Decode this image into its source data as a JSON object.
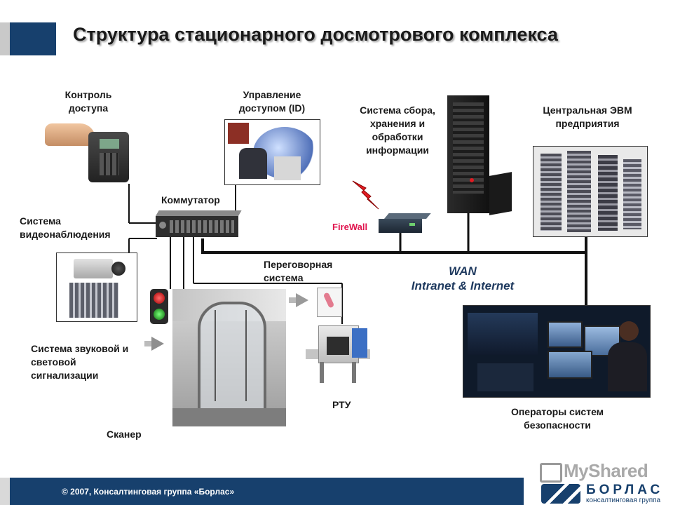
{
  "slide": {
    "title": "Структура стационарного досмотрового комплекса",
    "footer": "© 2007, Консалтинговая группа «Борлас»"
  },
  "labels": {
    "access_control": "Контроль доступа",
    "id_management": "Управление доступом (ID)",
    "info_system": "Система сбора, хранения и обработки информации",
    "mainframe": "Центральная ЭВМ предприятия",
    "switch": "Коммутатор",
    "firewall": "FireWall",
    "video": "Система видеонаблюдения",
    "intercom": "Переговорная система",
    "wan_line1": "WAN",
    "wan_line2": "Intranet & Internet",
    "alarm": "Система звуковой и световой сигнализации",
    "rtu": "РТУ",
    "scanner": "Сканер",
    "operators": "Операторы систем безопасности"
  },
  "watermark": {
    "site": "MyShared",
    "brand": "БОРЛАС",
    "brand_sub": "консалтинговая группа"
  },
  "colors": {
    "footer_bar": "#17406d",
    "title_block": "#17406d",
    "firewall_text": "#e0134d",
    "network_line": "#111111",
    "lightning": "#e11b22"
  }
}
